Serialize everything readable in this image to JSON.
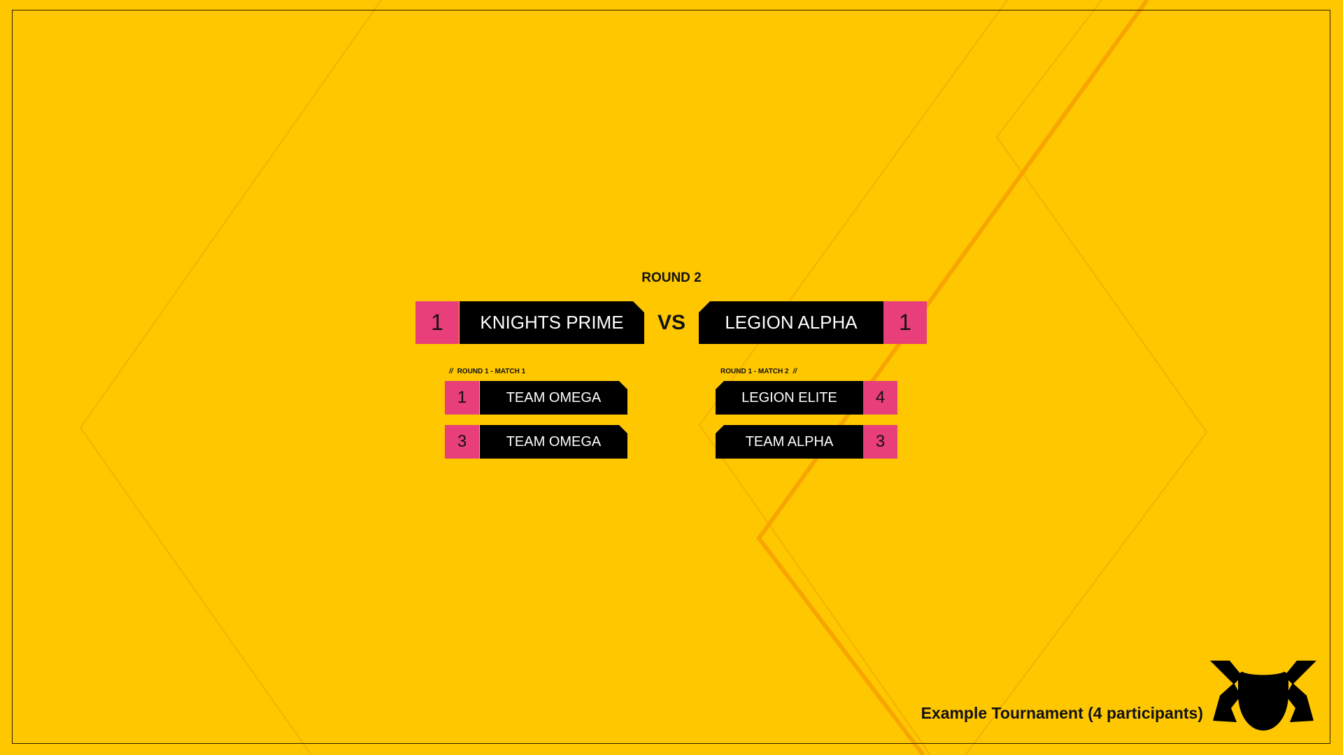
{
  "round_title": "ROUND 2",
  "final": {
    "left": {
      "score": "1",
      "team": "KNIGHTS PRIME"
    },
    "vs": "VS",
    "right": {
      "team": "LEGION ALPHA",
      "score": "1"
    }
  },
  "semifinals": [
    {
      "label": "ROUND 1 - MATCH 1",
      "rows": [
        {
          "score": "1",
          "team": "TEAM OMEGA"
        },
        {
          "score": "3",
          "team": "TEAM OMEGA"
        }
      ]
    },
    {
      "label": "ROUND 1 - MATCH 2",
      "rows": [
        {
          "team": "LEGION ELITE",
          "score": "4"
        },
        {
          "team": "TEAM ALPHA",
          "score": "3"
        }
      ]
    }
  ],
  "footer": {
    "tournament": "Example Tournament (4 participants)"
  },
  "icons": {
    "logo": "horned-helmet-logo-icon"
  },
  "colors": {
    "background": "#ffc700",
    "score_box": "#e83e7a",
    "team_box": "#000000",
    "team_text": "#ffffff"
  }
}
